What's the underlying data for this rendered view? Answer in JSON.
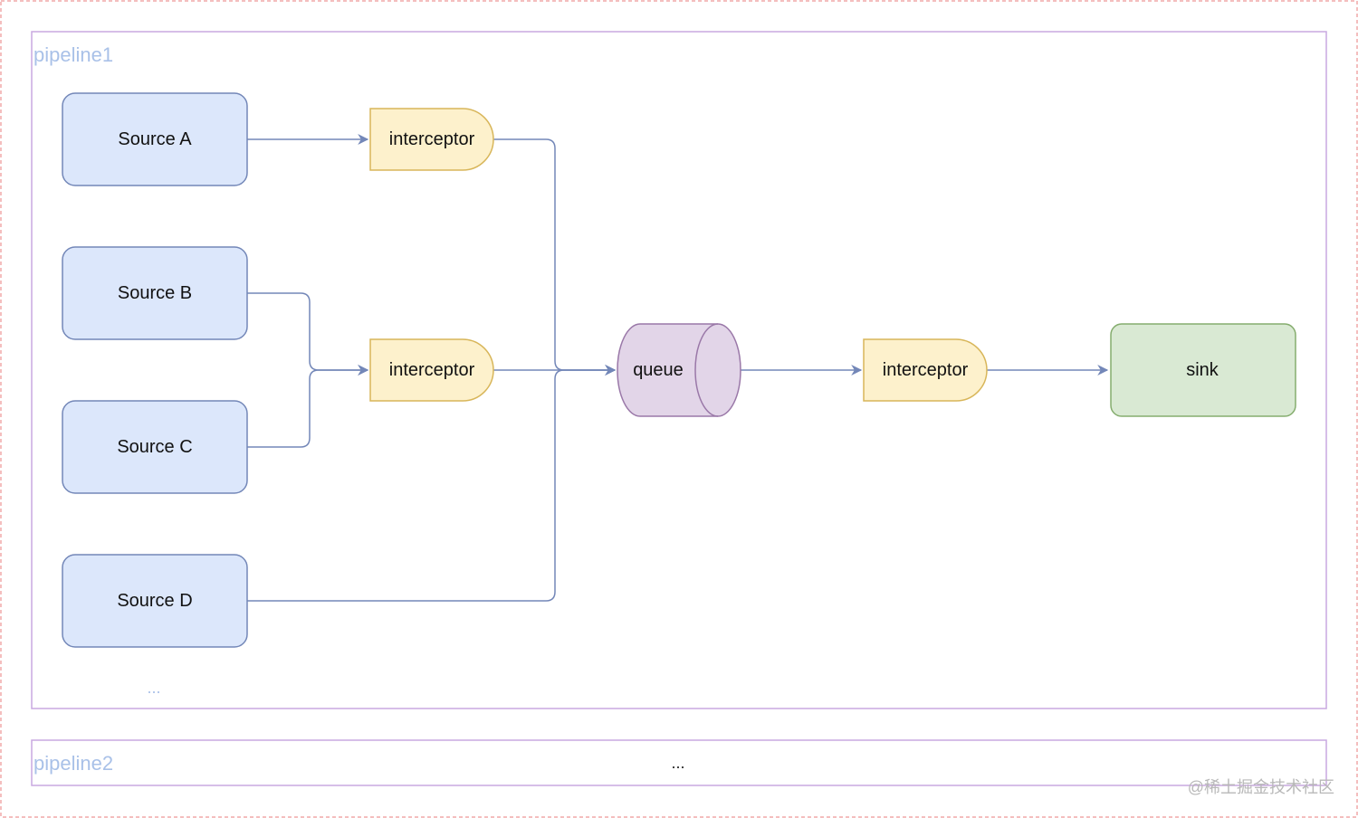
{
  "pipelines": [
    {
      "label": "pipeline1"
    },
    {
      "label": "pipeline2",
      "placeholder": "..."
    }
  ],
  "sources": [
    {
      "label": "Source A"
    },
    {
      "label": "Source B"
    },
    {
      "label": "Source C"
    },
    {
      "label": "Source D"
    }
  ],
  "sources_more": "...",
  "interceptors": [
    {
      "label": "interceptor"
    },
    {
      "label": "interceptor"
    },
    {
      "label": "interceptor"
    }
  ],
  "queue": {
    "label": "queue"
  },
  "sink": {
    "label": "sink"
  },
  "watermark": "@稀土掘金技术社区",
  "colors": {
    "outer_border": "#f0a8a8",
    "pipeline_border": "#c9a8e0",
    "pipeline_label": "#a9c1e8",
    "source_fill": "#dce7fb",
    "source_stroke": "#7387b8",
    "interceptor_fill": "#fdf1cc",
    "interceptor_stroke": "#d8b65a",
    "queue_fill": "#e2d5e8",
    "queue_stroke": "#9a78a8",
    "sink_fill": "#d9e9d3",
    "sink_stroke": "#85ad6e",
    "edge": "#7387b8"
  }
}
